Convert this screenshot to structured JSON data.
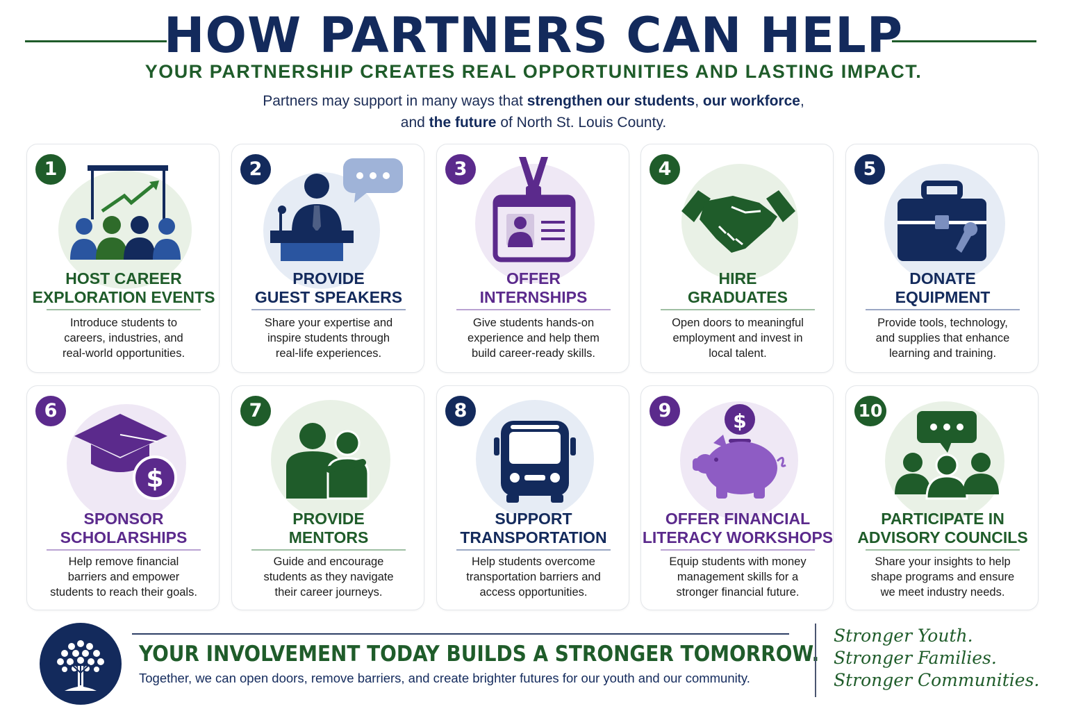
{
  "header": {
    "title": "HOW PARTNERS CAN HELP",
    "subtitle": "YOUR PARTNERSHIP CREATES REAL OPPORTUNITIES AND LASTING IMPACT.",
    "intro_1": "Partners may support in many ways that ",
    "intro_b1": "strengthen our students",
    "intro_2": ", ",
    "intro_b2": "our workforce",
    "intro_3": ",",
    "intro_4": "and ",
    "intro_b3": "the future",
    "intro_5": " of North St. Louis County."
  },
  "colors": {
    "navy": "#132a5c",
    "green": "#1f5c2a",
    "purple": "#5b2a8c"
  },
  "cards": [
    {
      "num": "1",
      "title_1": "HOST CAREER",
      "title_2": "EXPLORATION EVENTS",
      "desc_1": "Introduce students to",
      "desc_2": "careers, industries, and",
      "desc_3": "real-world opportunities.",
      "icon": "presentation-audience-icon"
    },
    {
      "num": "2",
      "title_1": "PROVIDE",
      "title_2": "GUEST SPEAKERS",
      "desc_1": "Share your expertise and",
      "desc_2": "inspire students through",
      "desc_3": "real-life experiences.",
      "icon": "speaker-podium-icon"
    },
    {
      "num": "3",
      "title_1": "OFFER",
      "title_2": "INTERNSHIPS",
      "desc_1": "Give students hands-on",
      "desc_2": "experience and help them",
      "desc_3": "build career-ready skills.",
      "icon": "id-badge-icon"
    },
    {
      "num": "4",
      "title_1": "HIRE",
      "title_2": "GRADUATES",
      "desc_1": "Open doors to meaningful",
      "desc_2": "employment and invest in",
      "desc_3": "local talent.",
      "icon": "handshake-icon"
    },
    {
      "num": "5",
      "title_1": "DONATE",
      "title_2": "EQUIPMENT",
      "desc_1": "Provide tools, technology,",
      "desc_2": "and supplies that enhance",
      "desc_3": "learning and training.",
      "icon": "toolbox-icon"
    },
    {
      "num": "6",
      "title_1": "SPONSOR",
      "title_2": "SCHOLARSHIPS",
      "desc_1": "Help remove financial",
      "desc_2": "barriers and empower",
      "desc_3": "students to reach their goals.",
      "icon": "graduation-cap-dollar-icon"
    },
    {
      "num": "7",
      "title_1": "PROVIDE",
      "title_2": "MENTORS",
      "desc_1": "Guide and encourage",
      "desc_2": "students as they navigate",
      "desc_3": "their career journeys.",
      "icon": "mentor-people-icon"
    },
    {
      "num": "8",
      "title_1": "SUPPORT",
      "title_2": "TRANSPORTATION",
      "desc_1": "Help students overcome",
      "desc_2": "transportation barriers and",
      "desc_3": "access opportunities.",
      "icon": "bus-icon"
    },
    {
      "num": "9",
      "title_1": "OFFER FINANCIAL",
      "title_2": "LITERACY WORKSHOPS",
      "desc_1": "Equip students with money",
      "desc_2": "management skills for a",
      "desc_3": "stronger financial future.",
      "icon": "piggy-bank-icon"
    },
    {
      "num": "10",
      "title_1": "PARTICIPATE IN",
      "title_2": "ADVISORY COUNCILS",
      "desc_1": "Share your insights to help",
      "desc_2": "shape programs and ensure",
      "desc_3": "we meet industry needs.",
      "icon": "group-discussion-icon"
    }
  ],
  "footer": {
    "headline": "YOUR INVOLVEMENT TODAY BUILDS A STRONGER TOMORROW.",
    "sub": "Together, we can open doors, remove barriers, and create brighter futures for our youth and our community.",
    "tag_1": "Stronger Youth.",
    "tag_2": "Stronger Families.",
    "tag_3": "Stronger Communities."
  }
}
